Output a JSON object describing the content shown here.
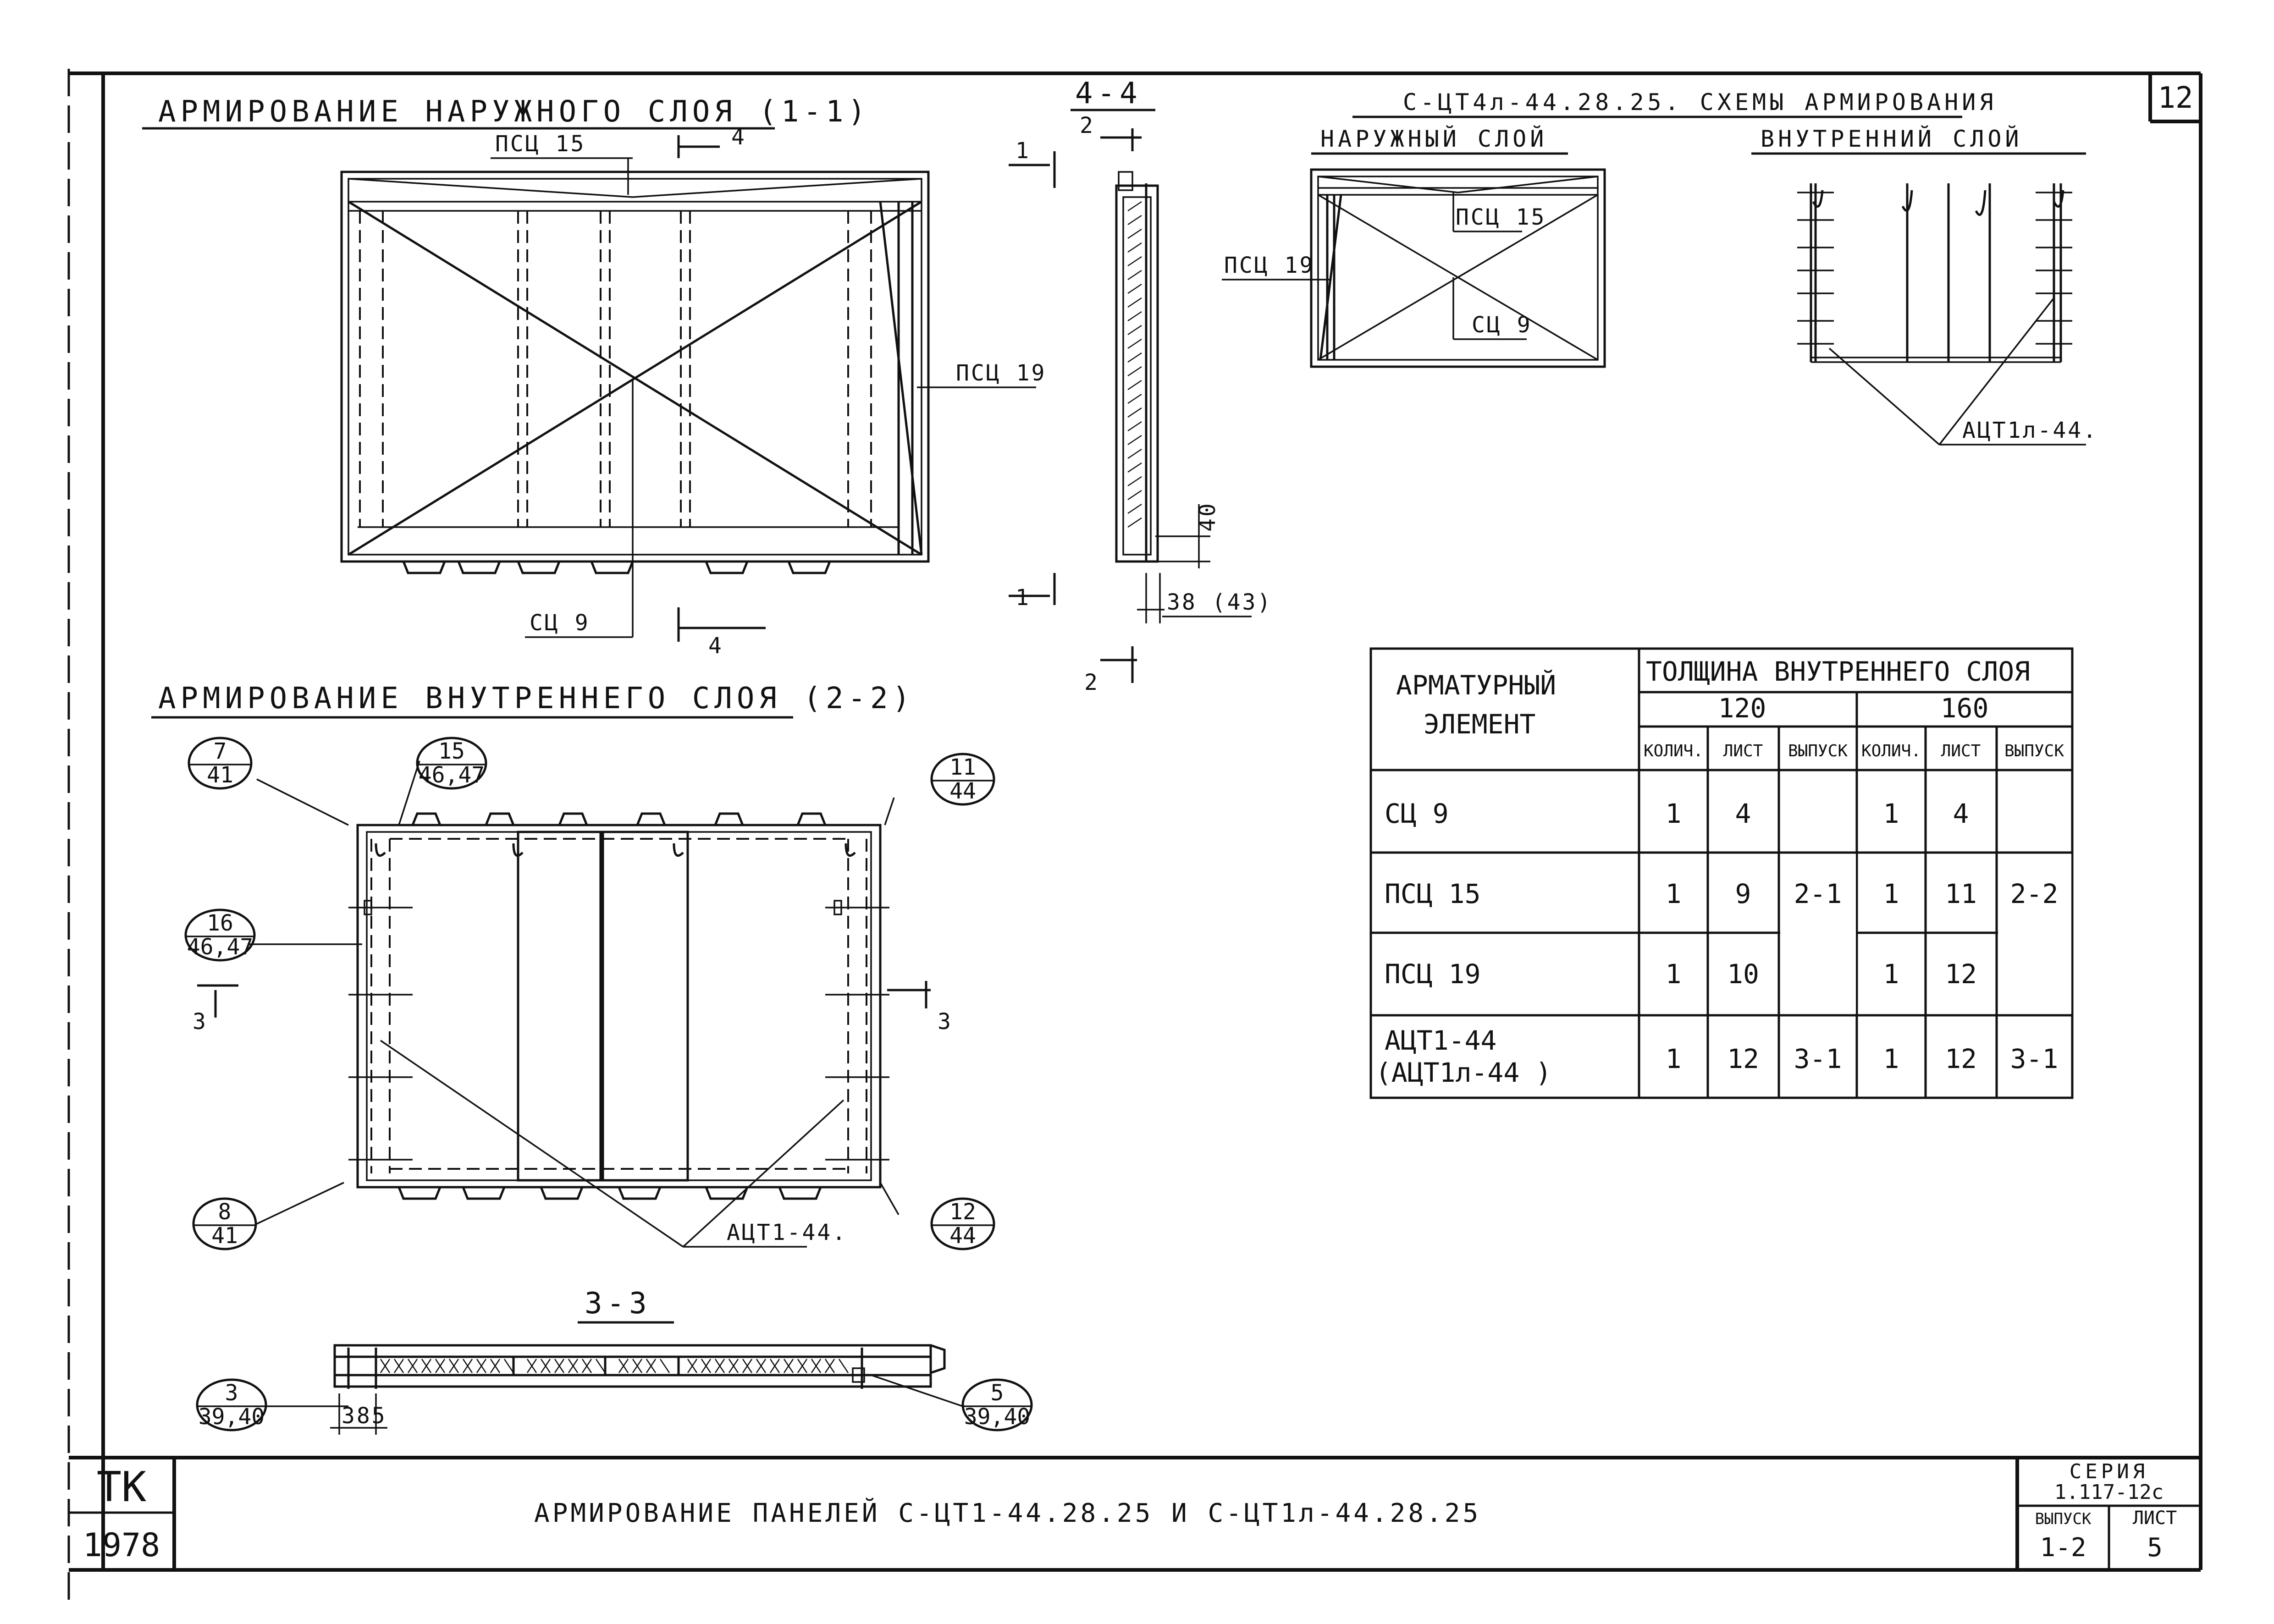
{
  "sheet_number": "12",
  "views": {
    "outer_title": "АРМИРОВАНИЕ НАРУЖНОГО СЛОЯ (1-1)",
    "inner_title": "АРМИРОВАНИЕ ВНУТРЕННЕГО СЛОЯ (2-2)",
    "section_44": "4-4",
    "section_33": "3-3",
    "schemes_title": "С-ЦТ4л-44.28.25. СХЕМЫ АРМИРОВАНИЯ",
    "scheme_outer": "НАРУЖНЫЙ СЛОЙ",
    "scheme_inner": "ВНУТРЕННИЙ СЛОЙ"
  },
  "labels": {
    "pscz15": "ПСЦ 15",
    "pscz19": "ПСЦ 19",
    "scz9": "СЦ 9",
    "act": "АЦТ1-44.",
    "actl": "АЦТ1л-44.",
    "m1": "1",
    "m2": "2",
    "m3": "3",
    "m4": "4",
    "dim40": "40",
    "dim38": "38 (43)",
    "dim385": "385"
  },
  "callouts": [
    {
      "top": "7",
      "bottom": "41"
    },
    {
      "top": "15",
      "bottom": "46,47"
    },
    {
      "top": "11",
      "bottom": "44"
    },
    {
      "top": "16",
      "bottom": "46,47"
    },
    {
      "top": "8",
      "bottom": "41"
    },
    {
      "top": "12",
      "bottom": "44"
    },
    {
      "top": "3",
      "bottom": "39,40"
    },
    {
      "top": "5",
      "bottom": "39,40"
    }
  ],
  "table": {
    "col_element": "АРМАТУРНЫЙ ЭЛЕМЕНТ",
    "col_thickness": "ТОЛЩИНА ВНУТРЕННЕГО СЛОЯ",
    "t120": "120",
    "t160": "160",
    "sub": [
      "КОЛИЧ.",
      "ЛИСТ",
      "ВЫПУСК",
      "КОЛИЧ.",
      "ЛИСТ",
      "ВЫПУСК"
    ],
    "rows": [
      {
        "name": "СЦ 9",
        "name2": "",
        "q1": "1",
        "s1": "4",
        "q2": "1",
        "s2": "4"
      },
      {
        "name": "ПСЦ 15",
        "name2": "",
        "q1": "1",
        "s1": "9",
        "q2": "1",
        "s2": "11"
      },
      {
        "name": "ПСЦ 19",
        "name2": "",
        "q1": "1",
        "s1": "10",
        "q2": "1",
        "s2": "12"
      },
      {
        "name": "АЦТ1-44",
        "name2": "(АЦТ1л-44 )",
        "q1": "1",
        "s1": "12",
        "q2": "1",
        "s2": "12"
      }
    ],
    "issue1_a": "2-1",
    "issue1_b": "3-1",
    "issue2_a": "2-2",
    "issue2_b": "3-1"
  },
  "title_block": {
    "org": "ТК",
    "year": "1978",
    "title": "АРМИРОВАНИЕ ПАНЕЛЕЙ С-ЦТ1-44.28.25 И С-ЦТ1л-44.28.25",
    "series_label": "СЕРИЯ",
    "series": "1.117-12с",
    "issue_label": "ВЫПУСК",
    "sheet_label": "ЛИСТ",
    "issue": "1-2",
    "sheet": "5"
  }
}
